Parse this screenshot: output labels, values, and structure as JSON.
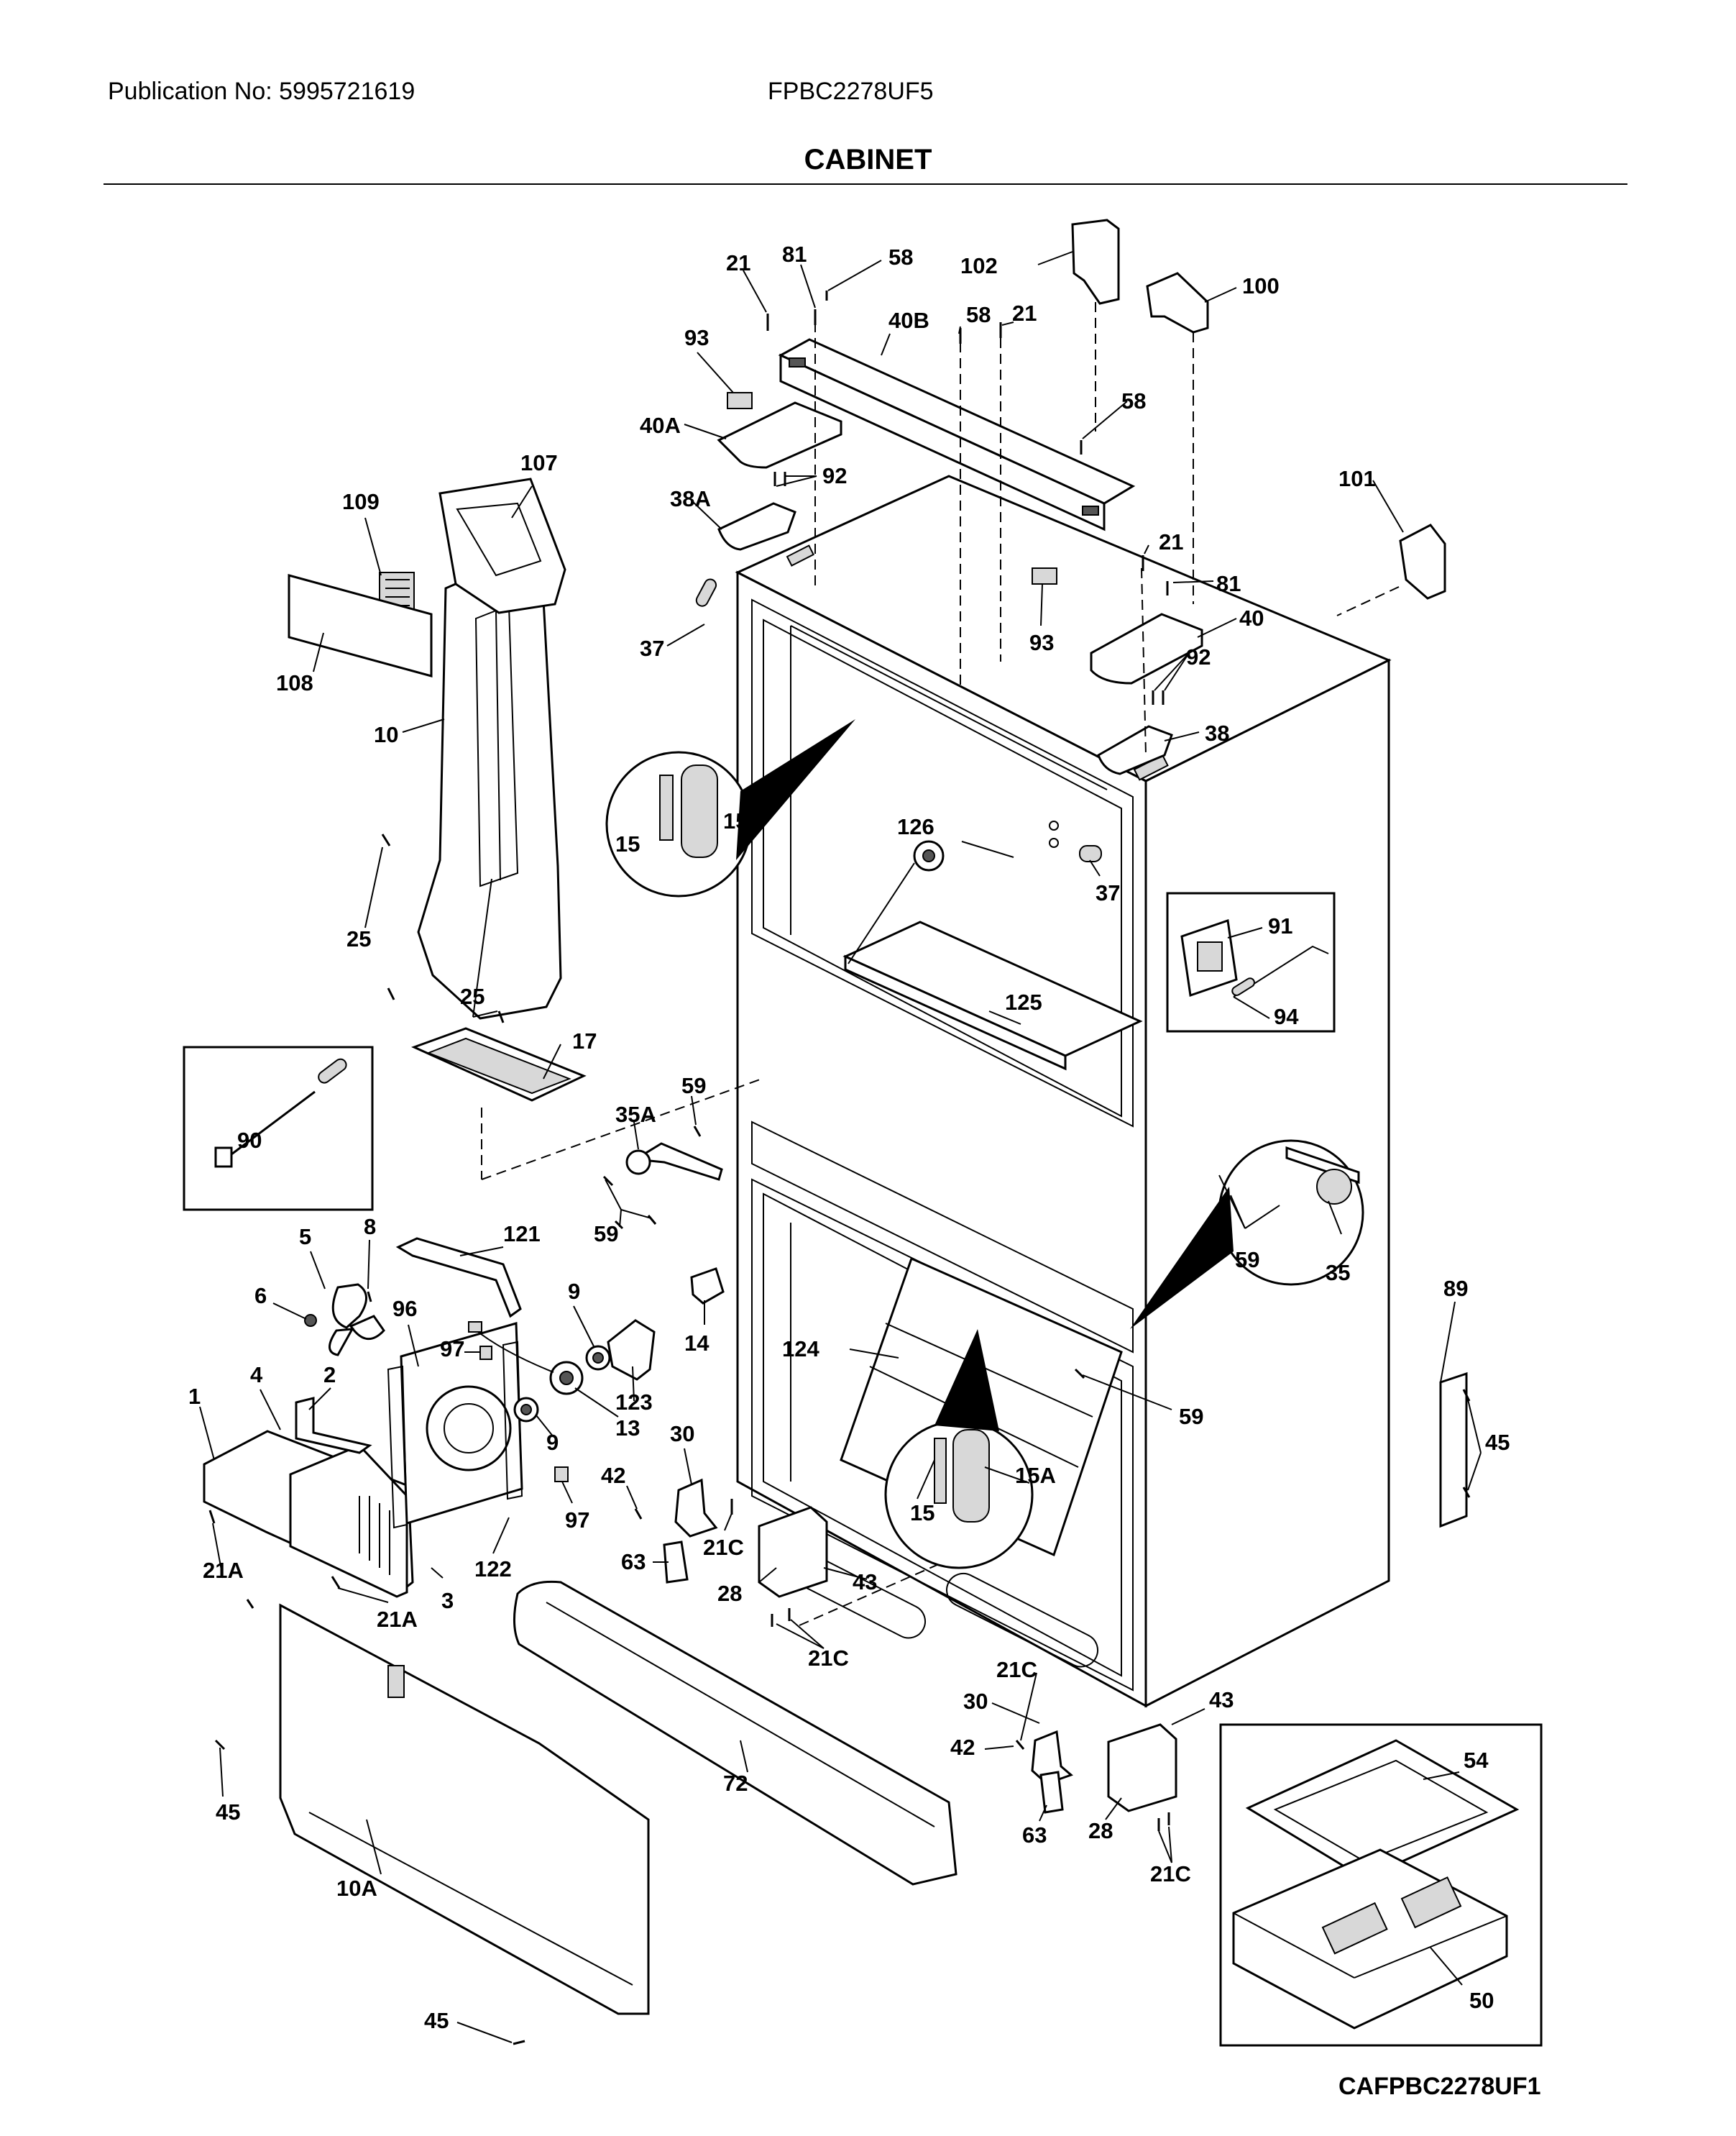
{
  "header": {
    "publication": "Publication No: 5995721619",
    "model": "FPBC2278UF5",
    "section_title": "CABINET",
    "diagram_code": "CAFPBC2278UF1"
  },
  "callouts": [
    "21",
    "81",
    "58",
    "102",
    "100",
    "93",
    "40B",
    "58",
    "21",
    "58",
    "40A",
    "92",
    "38A",
    "107",
    "109",
    "101",
    "21",
    "81",
    "40",
    "37",
    "93",
    "92",
    "108",
    "10",
    "38",
    "15",
    "15A",
    "126",
    "37",
    "91",
    "25",
    "94",
    "25",
    "17",
    "125",
    "90",
    "59",
    "35A",
    "59",
    "59",
    "35",
    "5",
    "8",
    "121",
    "6",
    "9",
    "96",
    "14",
    "89",
    "97",
    "124",
    "1",
    "4",
    "2",
    "59",
    "123",
    "13",
    "9",
    "30",
    "45",
    "42",
    "97",
    "15",
    "15A",
    "122",
    "21C",
    "63",
    "43",
    "21A",
    "28",
    "3",
    "21A",
    "21C",
    "21C",
    "43",
    "30",
    "42",
    "54",
    "72",
    "28",
    "45",
    "63",
    "21C",
    "10A",
    "50",
    "45"
  ]
}
